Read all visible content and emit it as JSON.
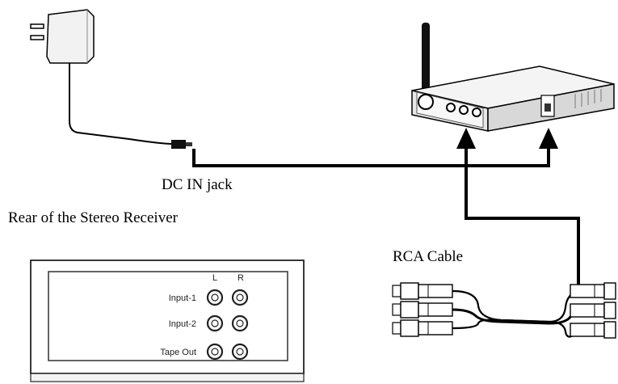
{
  "labels": {
    "dc_in_jack": "DC IN jack",
    "rear_of_receiver": "Rear of the Stereo Receiver",
    "rca_cable": "RCA Cable"
  },
  "receiver_panel": {
    "column_left": "L",
    "column_right": "R",
    "rows": [
      "Input-1",
      "Input-2",
      "Tape Out"
    ]
  },
  "icons": {
    "power_adapter": "power-adapter-icon",
    "wireless_device": "wireless-receiver-device-icon",
    "rca_plugs": "rca-plug-icon"
  },
  "colors": {
    "line": "#000000",
    "device_body": "#e6e6e6",
    "panel_border": "#333333"
  }
}
